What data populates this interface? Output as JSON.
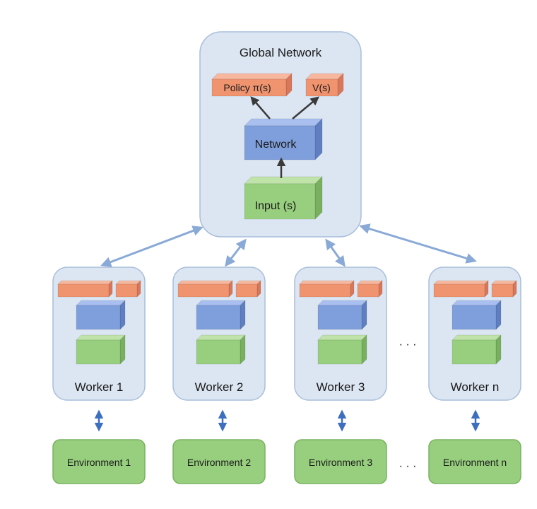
{
  "global_network": {
    "title": "Global Network",
    "policy_label": "Policy π(s)",
    "value_label": "V(s)",
    "network_label": "Network",
    "input_label": "Input (s)"
  },
  "workers": [
    {
      "label": "Worker 1"
    },
    {
      "label": "Worker 2"
    },
    {
      "label": "Worker 3"
    },
    {
      "label": "Worker n"
    }
  ],
  "environments": [
    {
      "label": "Environment 1"
    },
    {
      "label": "Environment 2"
    },
    {
      "label": "Environment 3"
    },
    {
      "label": "Environment n"
    }
  ],
  "ellipsis": "· · ·",
  "colors": {
    "panel_fill": "#dce6f2",
    "panel_stroke": "#a9bedb",
    "orange_front": "#f0936f",
    "orange_top": "#f7b89f",
    "orange_side": "#d8775a",
    "blue_front": "#7f9fdc",
    "blue_top": "#a9bff0",
    "blue_side": "#5f7fc2",
    "green_front": "#97cf7e",
    "green_top": "#bfe3a8",
    "green_side": "#78b05f",
    "env_fill": "#97cf7e",
    "env_stroke": "#79b260",
    "connector": "#89a9d6",
    "env_arrow": "#3d6fbf",
    "dark_arrow": "#3a3a3a"
  }
}
